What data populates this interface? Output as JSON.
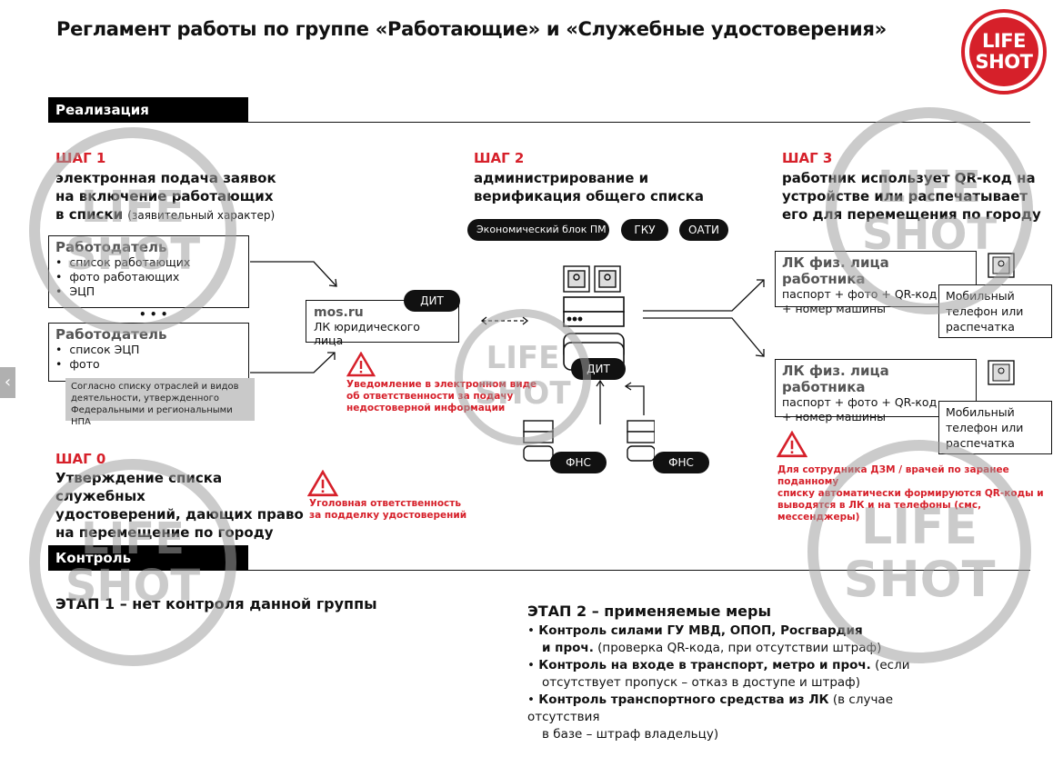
{
  "title": "Регламент работы по группе «Работающие» и «Служебные удостоверения»",
  "logo": {
    "line1": "LIFE",
    "line2": "SHOT"
  },
  "sections": {
    "realization": "Реализация",
    "control": "Контроль"
  },
  "step1": {
    "num": "ШАГ 1",
    "line1": "электронная подача заявок",
    "line2": "на включение работающих",
    "line3": "в списки",
    "line3_light": "(заявительный характер)",
    "employer1": {
      "title": "Работодатель",
      "items": [
        "список работающих",
        "фото работающих",
        "ЭЦП"
      ]
    },
    "dots": "• • •",
    "employer2": {
      "title": "Работодатель",
      "items": [
        "список ЭЦП",
        "фото"
      ]
    },
    "note_lines": [
      "Согласно списку отраслей и видов",
      "деятельности, утвержденного",
      "Федеральными и региональными НПА"
    ]
  },
  "mosru": {
    "title": "mos.ru",
    "subtitle": "ЛК юридического лица",
    "badge": "ДИТ"
  },
  "warning1": [
    "Уведомление в электронном виде",
    "об ответственности за подачу",
    "недостоверной информации"
  ],
  "step2": {
    "num": "ШАГ 2",
    "line1": "администрирование и",
    "line2": "верификация общего списка",
    "pills": [
      "Экономический блок ПМ",
      "ГКУ",
      "ОАТИ"
    ],
    "server_badge": "ДИТ",
    "fns1": "ФНС",
    "fns2": "ФНС"
  },
  "step3": {
    "num": "ШАГ 3",
    "line1": "работник использует QR-код на",
    "line2": "устройстве или распечатывает",
    "line3": "его для перемещения по городу",
    "lk1": {
      "title": "ЛК физ. лица работника",
      "line1": "паспорт + фото + QR-код",
      "line2": "+ номер машины",
      "device": [
        "Мобильный",
        "телефон или",
        "распечатка"
      ]
    },
    "lk2": {
      "title": "ЛК физ. лица работника",
      "line1": "паспорт + фото + QR-код",
      "line2": "+ номер машины",
      "device": [
        "Мобильный",
        "телефон или",
        "распечатка"
      ]
    }
  },
  "warning3": [
    "Для сотрудника ДЗМ / врачей по заранее поданному",
    "списку автоматически формируются QR-коды и",
    "выводятся в ЛК и на телефоны (смс, мессенджеры)"
  ],
  "step0": {
    "num": "ШАГ 0",
    "line1": "Утверждение списка служебных",
    "line2": "удостоверений, дающих право",
    "line3": "на перемещение по городу"
  },
  "warning0": [
    "Уголовная ответственность",
    "за подделку удостоверений"
  ],
  "stage1": "ЭТАП 1 – нет контроля данной группы",
  "stage2": {
    "title": "ЭТАП 2 – применяемые меры",
    "b1_bold1": "Контроль силами ГУ МВД, ОПОП, Росгвардия",
    "b1_bold2": "и проч.",
    "b1_rest": " (проверка QR-кода, при отсутствии штраф)",
    "b2_bold": "Контроль на входе в транспорт, метро и проч.",
    "b2_rest1": " (если",
    "b2_rest2": "отсутствует пропуск – отказ в доступе и штраф)",
    "b3_bold": "Контроль транспортного средства из ЛК",
    "b3_rest1": " (в случае отсутствия",
    "b3_rest2": "в базе – штраф владельцу)"
  },
  "nav": {
    "prev": "‹"
  },
  "colors": {
    "accent": "#d6202a",
    "bar": "#000000"
  },
  "icons": [
    "warning-icon",
    "server-icon",
    "id-card-icon",
    "chevron-left-icon"
  ]
}
